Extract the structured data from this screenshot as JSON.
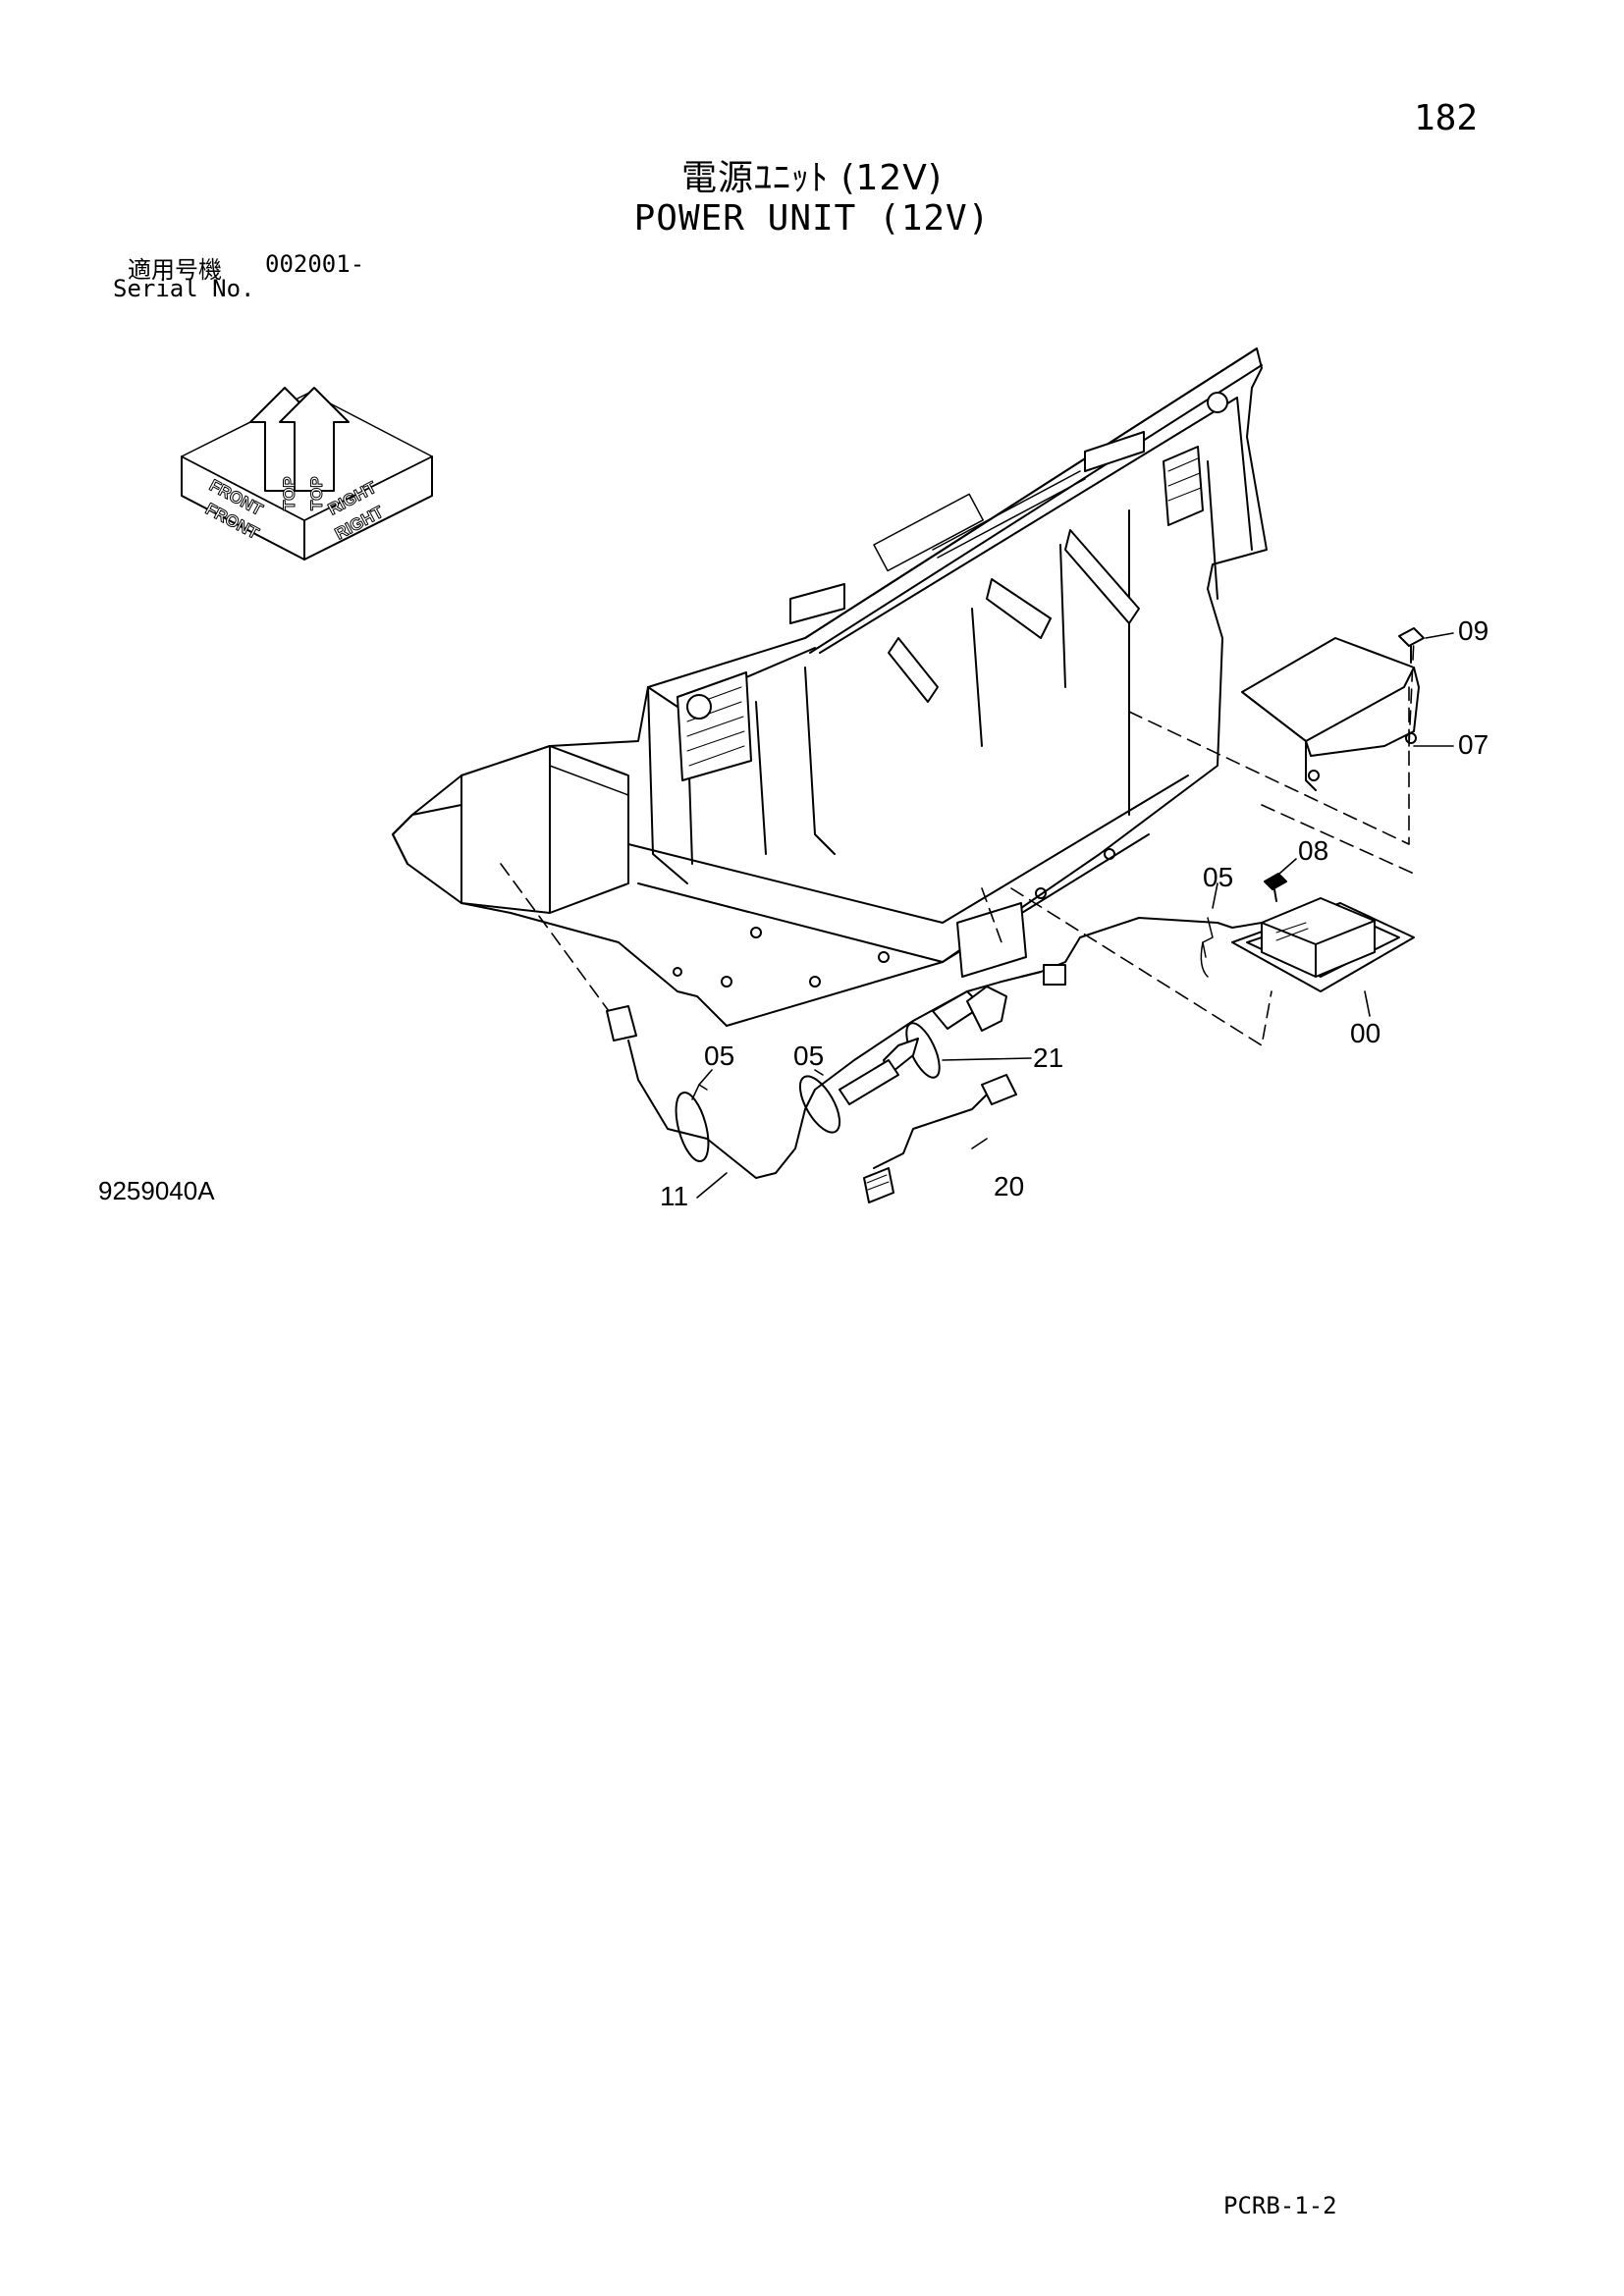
{
  "page_number": "182",
  "title_jp": "電源ﾕﾆｯﾄ (12V)",
  "title_en": "POWER UNIT (12V)",
  "serial_label_jp": "適用号機",
  "serial_value": "002001-",
  "serial_label_en": "Serial No.",
  "orientation": {
    "front": "FRONT",
    "top": "TOP",
    "right": "RIGHT"
  },
  "callouts": {
    "c09": "09",
    "c07": "07",
    "c08": "08",
    "c05_right": "05",
    "c00": "00",
    "c05_left": "05",
    "c05_mid": "05",
    "c21": "21",
    "c11": "11",
    "c20": "20"
  },
  "drawing_number": "9259040A",
  "page_code": "PCRB-1-2"
}
